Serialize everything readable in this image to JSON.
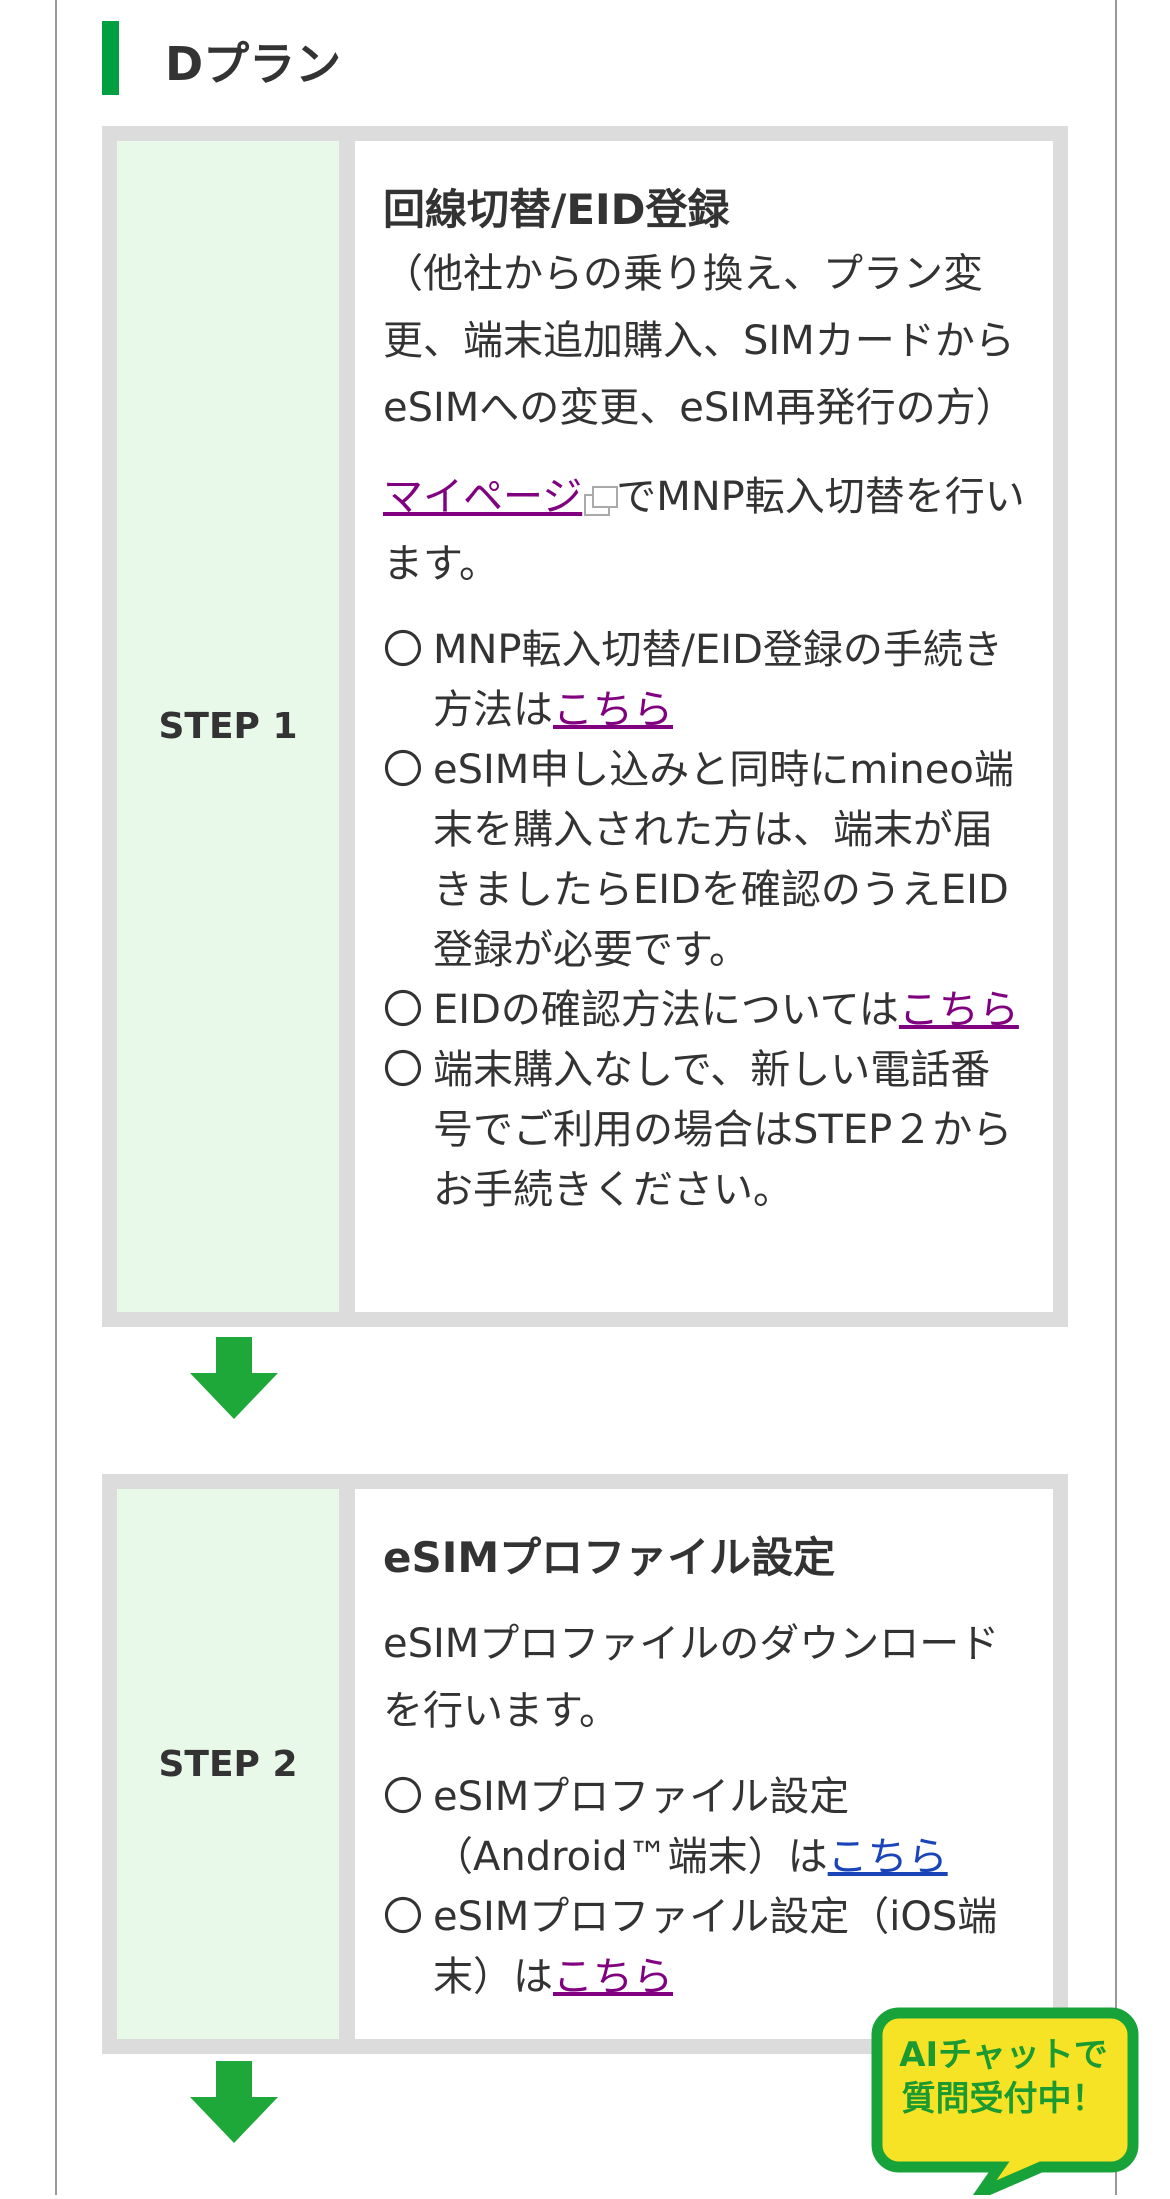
{
  "heading": "Dプラン",
  "step1": {
    "label": "STEP 1",
    "title": "回線切替/EID登録",
    "subtitle": "（他社からの乗り換え、プラン変更、端末追加購入、SIMカードからeSIMへの変更、eSIM再発行の方）",
    "mypage_link": "マイページ",
    "mypage_text": "でMNP転入切替を行います。",
    "items": [
      {
        "bullet": "〇",
        "text": "MNP転入切替/EID登録の手続き方法は",
        "link": "こちら"
      },
      {
        "bullet": "〇",
        "text": "eSIM申し込みと同時にmineo端末を購入された方は、端末が届きましたらEIDを確認のうえEID登録が必要です。"
      },
      {
        "bullet": "〇",
        "text": "EIDの確認方法については",
        "link": "こちら"
      },
      {
        "bullet": "〇",
        "text": "端末購入なしで、新しい電話番号でご利用の場合はSTEP２からお手続きください。"
      }
    ]
  },
  "step2": {
    "label": "STEP 2",
    "title": "eSIMプロファイル設定",
    "desc": "eSIMプロファイルのダウンロードを行います。",
    "items": [
      {
        "bullet": "〇",
        "text": "eSIMプロファイル設定（Android™端末）は",
        "link": "こちら"
      },
      {
        "bullet": "〇",
        "text": "eSIMプロファイル設定（iOS端末）は",
        "link": "こちら"
      }
    ]
  },
  "chat": {
    "line1": "AIチャットで",
    "line2": "質問受付中！"
  },
  "colors": {
    "accent": "#00a040",
    "step_bg": "#e8f9ea",
    "border": "#dcdcdc",
    "visited": "#800080",
    "link": "#1a44b8",
    "chat_bg": "#f7e325"
  }
}
